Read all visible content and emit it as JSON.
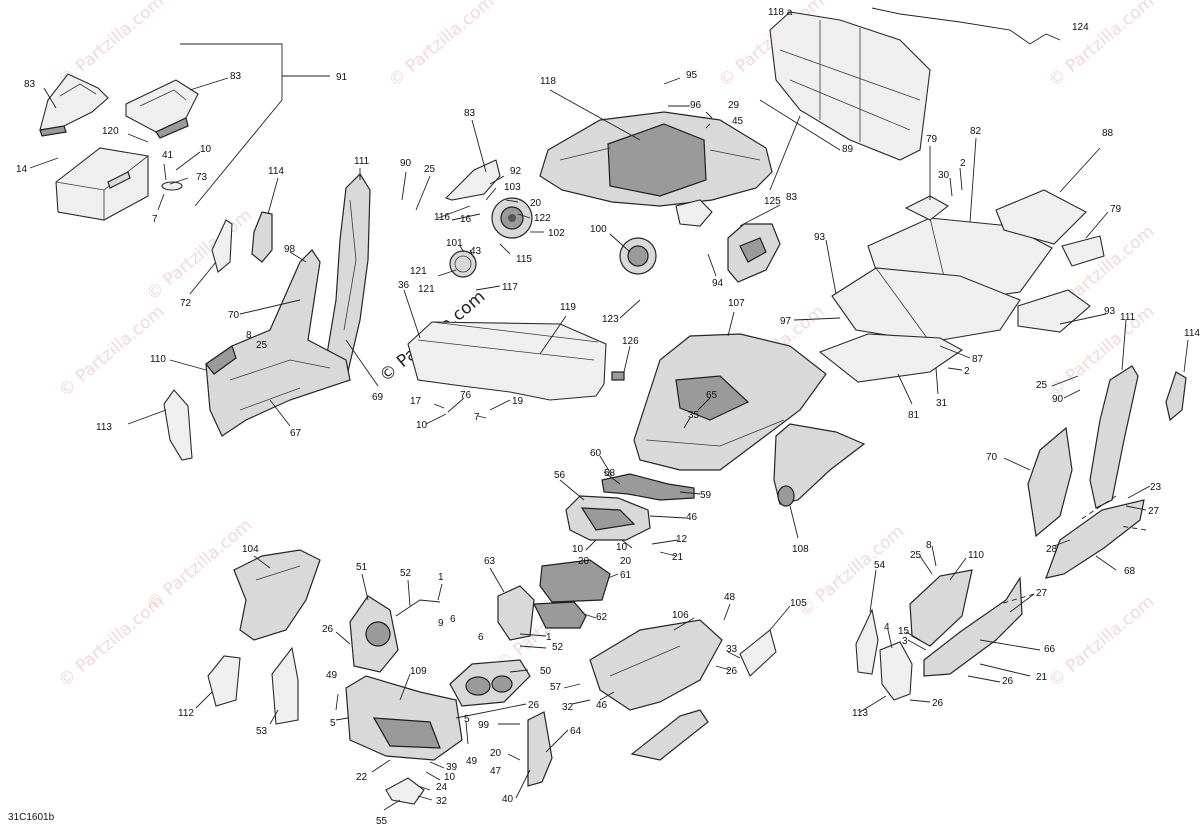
{
  "diagram": {
    "reference_code": "31C1601b",
    "watermark_text": "© Partzilla.com",
    "center_watermark_text": "© Partzilla.com",
    "callouts": {
      "c118a": "118 a",
      "c124": "124",
      "c91": "91",
      "c83a": "83",
      "c83b": "83",
      "c120": "120",
      "c14": "14",
      "c41": "41",
      "c10a": "10",
      "c73": "73",
      "c7a": "7",
      "c111a": "111",
      "c90a": "90",
      "c25a": "25",
      "c114a": "114",
      "c98": "98",
      "c72": "72",
      "c70a": "70",
      "c8a": "8",
      "c25b": "25",
      "c110a": "110",
      "c113a": "113",
      "c67": "67",
      "c69": "69",
      "c83c": "83",
      "c92": "92",
      "c103": "103",
      "c116": "116",
      "c16": "16",
      "c20a": "20",
      "c122": "122",
      "c102": "102",
      "c101": "101",
      "c43": "43",
      "c115": "115",
      "c121a": "121",
      "c121b": "121",
      "c117": "117",
      "c36": "36",
      "c118": "118",
      "c95": "95",
      "c96": "96",
      "c29": "29",
      "c45": "45",
      "c89": "89",
      "c125": "125",
      "c83d": "83",
      "c100": "100",
      "c94": "94",
      "c123": "123",
      "c119": "119",
      "c107": "107",
      "c126": "126",
      "c76": "76",
      "c17": "17",
      "c19": "19",
      "c10b": "10",
      "c7b": "7",
      "c65": "65",
      "c35": "35",
      "c79a": "79",
      "c82": "82",
      "c88": "88",
      "c30": "30",
      "c2a": "2",
      "c79b": "79",
      "c93a": "93",
      "c97": "97",
      "c93b": "93",
      "c87": "87",
      "c2b": "2",
      "c81": "81",
      "c31": "31",
      "c111b": "111",
      "c114b": "114",
      "c25c": "25",
      "c90b": "90",
      "c70b": "70",
      "c23": "23",
      "c27a": "27",
      "c28": "28",
      "c68": "68",
      "c60": "60",
      "c58": "58",
      "c59": "59",
      "c56": "56",
      "c46a": "46",
      "c12": "12",
      "c10c": "10",
      "c10d": "10",
      "c20b": "20",
      "c20c": "20",
      "c21a": "21",
      "c108": "108",
      "c104": "104",
      "c51": "51",
      "c52a": "52",
      "c1a": "1",
      "c9": "9",
      "c6a": "6",
      "c63": "63",
      "c61": "61",
      "c62": "62",
      "c6b": "6",
      "c1b": "1",
      "c52b": "52",
      "c26a": "26",
      "c112": "112",
      "c53": "53",
      "c49a": "49",
      "c5a": "5",
      "c109": "109",
      "c50": "50",
      "c26b": "26",
      "c5b": "5",
      "c49b": "49",
      "c99": "99",
      "c20d": "20",
      "c47": "47",
      "c40": "40",
      "c64": "64",
      "c22": "22",
      "c39": "39",
      "c10e": "10",
      "c24": "24",
      "c32a": "32",
      "c55": "55",
      "c48": "48",
      "c106": "106",
      "c105": "105",
      "c57": "57",
      "c32b": "32",
      "c46b": "46",
      "c33": "33",
      "c26c": "26",
      "c54": "54",
      "c25d": "25",
      "c8b": "8",
      "c110b": "110",
      "c27b": "27",
      "c4": "4",
      "c15": "15",
      "c3": "3",
      "c66": "66",
      "c26d": "26",
      "c21b": "21",
      "c113b": "113",
      "c26e": "26"
    }
  }
}
